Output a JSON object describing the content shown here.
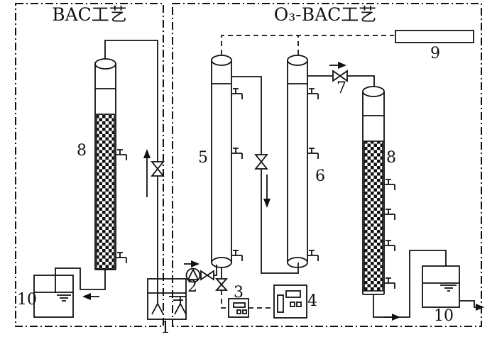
{
  "diagram": {
    "titles": {
      "left_box": "BAC工艺",
      "right_box": "O₃-BAC工艺"
    },
    "labels": {
      "raw_water_tank": "1",
      "feed_pump": "2",
      "gas_flowmeter": "3",
      "ozone_generator": "4",
      "ozone_contact_column_1": "5",
      "ozone_contact_column_2": "6",
      "inlet_valve": "7",
      "bac_column_left": "8",
      "bac_column_right": "8",
      "offgas_destructor": "9",
      "effluent_tank_left": "10",
      "effluent_tank_right": "10"
    },
    "colors": {
      "line": "#111111",
      "background": "#ffffff"
    }
  }
}
